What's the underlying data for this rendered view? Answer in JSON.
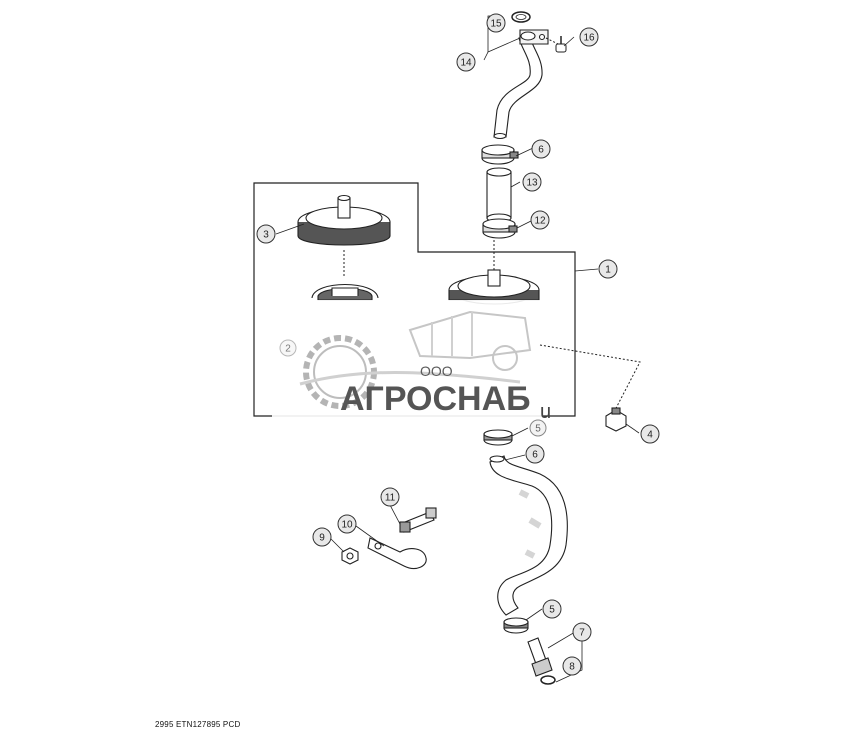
{
  "diagram": {
    "callouts": [
      {
        "id": "c15",
        "label": "15"
      },
      {
        "id": "c16",
        "label": "16"
      },
      {
        "id": "c14",
        "label": "14"
      },
      {
        "id": "c6a",
        "label": "6"
      },
      {
        "id": "c13",
        "label": "13"
      },
      {
        "id": "c12",
        "label": "12"
      },
      {
        "id": "c3",
        "label": "3"
      },
      {
        "id": "c1",
        "label": "1"
      },
      {
        "id": "c2",
        "label": "2"
      },
      {
        "id": "c4",
        "label": "4"
      },
      {
        "id": "c5a",
        "label": "5"
      },
      {
        "id": "c6b",
        "label": "6"
      },
      {
        "id": "c11",
        "label": "11"
      },
      {
        "id": "c10",
        "label": "10"
      },
      {
        "id": "c9",
        "label": "9"
      },
      {
        "id": "c5b",
        "label": "5"
      },
      {
        "id": "c7",
        "label": "7"
      },
      {
        "id": "c8",
        "label": "8"
      }
    ],
    "footer_code": "2995  ETN127895  PCD"
  },
  "watermark": {
    "company_prefix": "ООО",
    "company_name": "АГРОСНАБ",
    "trailing_text": "u",
    "color": "#5a5a5a"
  },
  "colors": {
    "line": "#222222",
    "callout_fill": "#e8e8e8",
    "background": "#ffffff"
  }
}
